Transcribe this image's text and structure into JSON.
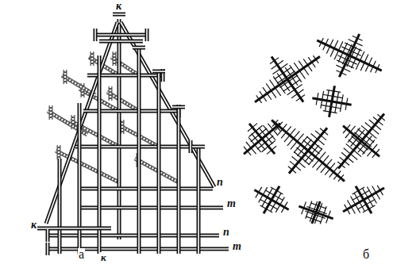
{
  "diagram": {
    "labels": [
      "к",
      "п",
      "т",
      "п",
      "т",
      "к",
      "к",
      "а",
      "б"
    ]
  }
}
